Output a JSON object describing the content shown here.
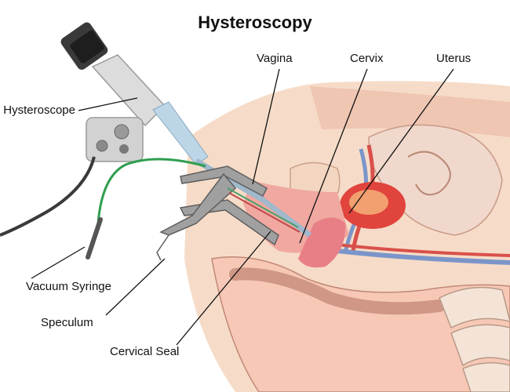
{
  "title": "Hysteroscopy",
  "labels": {
    "hysteroscope": "Hysteroscope",
    "vagina": "Vagina",
    "cervix": "Cervix",
    "uterus": "Uterus",
    "vacuum_syringe": "Vacuum Syringe",
    "speculum": "Speculum",
    "cervical_seal": "Cervical Seal"
  },
  "colors": {
    "skin": "#f6dcc8",
    "tissue": "#eab9a6",
    "uterus": "#e0443c",
    "vessel_blue": "#7b95c9",
    "vessel_red": "#d9504a",
    "tube_green": "#2f9e4f",
    "metal": "#8c8c8c"
  }
}
